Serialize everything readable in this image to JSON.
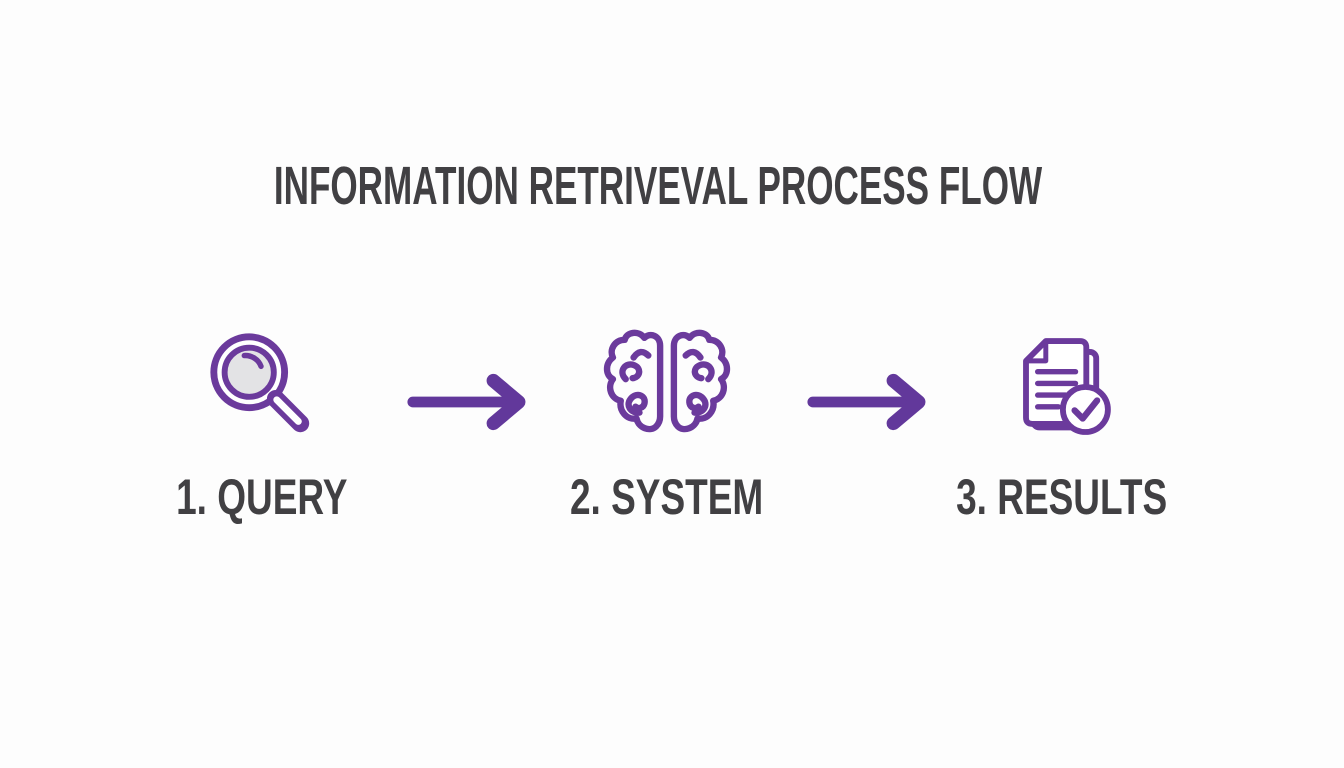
{
  "title": "INFORMATION RETRIVEVAL PROCESS FLOW",
  "steps": [
    {
      "number": "1",
      "label": "1. QUERY",
      "icon": "magnifier-icon"
    },
    {
      "number": "2",
      "label": "2. SYSTEM",
      "icon": "brain-icon"
    },
    {
      "number": "3",
      "label": "3. RESULTS",
      "icon": "document-check-icon"
    }
  ],
  "connectors": [
    {
      "icon": "arrow-right-icon",
      "from": "1. QUERY",
      "to": "2. SYSTEM"
    },
    {
      "icon": "arrow-right-icon",
      "from": "2. SYSTEM",
      "to": "3. RESULTS"
    }
  ],
  "colors": {
    "icon_purple": "#6b3a9c",
    "arrow_purple": "#62389b",
    "label_gray": "#414043",
    "lens_fill": "#e3e3e5",
    "background": "#fdfdfd"
  }
}
